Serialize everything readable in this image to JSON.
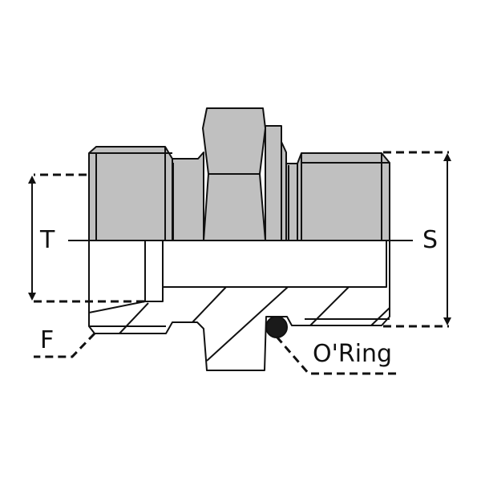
{
  "labels": {
    "thread_t": "T",
    "thread_s": "S",
    "face_f": "F",
    "o_ring": "O'Ring"
  },
  "colors": {
    "section_fill": "#c0c0c0",
    "stroke": "#111111",
    "o_ring_fill": "#1a1a1a"
  }
}
